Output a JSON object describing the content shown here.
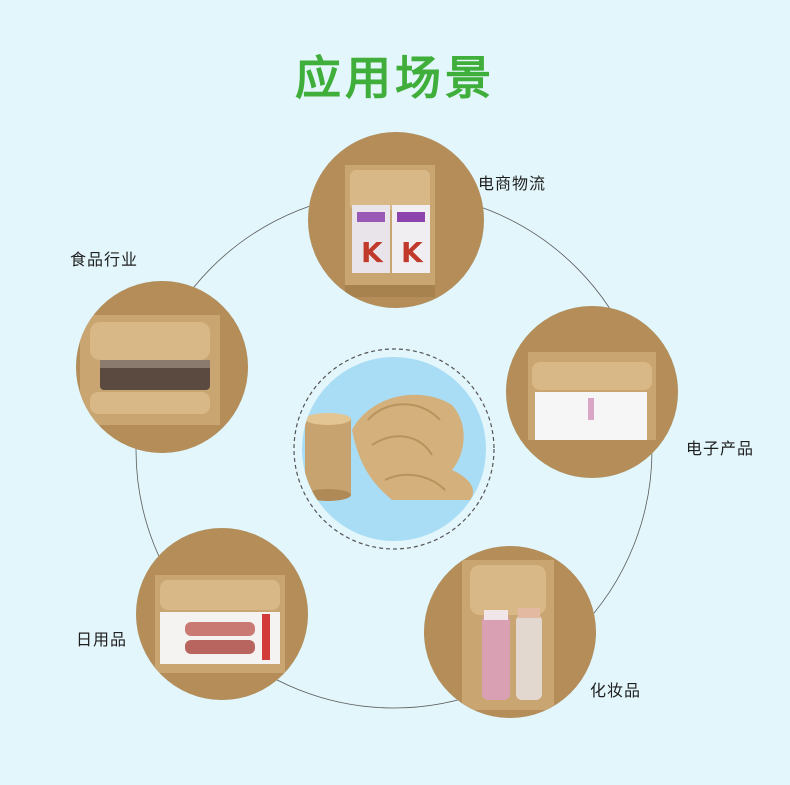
{
  "title": "应用场景",
  "scenes": [
    {
      "name": "电商物流",
      "icon": "box-with-books-icon"
    },
    {
      "name": "电子产品",
      "icon": "box-with-electronics-icon"
    },
    {
      "name": "化妆品",
      "icon": "box-with-bottles-icon"
    },
    {
      "name": "日用品",
      "icon": "box-with-cups-icon"
    },
    {
      "name": "食品行业",
      "icon": "box-with-food-jar-icon"
    }
  ],
  "center": {
    "icon": "kraft-paper-roll-icon"
  },
  "colors": {
    "background": "#e2f6fb",
    "title": "#3fae3a",
    "circle_fill": "#a9ddf6",
    "cardboard": "#b58d58",
    "kraft_paper": "#d4b07d"
  }
}
